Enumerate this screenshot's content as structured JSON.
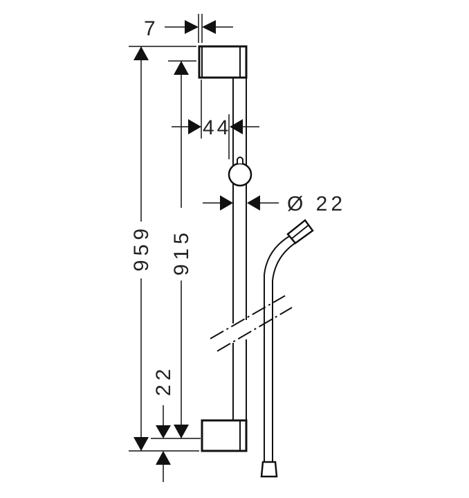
{
  "drawing": {
    "dimensions": {
      "bracket_offset": "7",
      "total_height": "959",
      "rod_length": "915",
      "rod_offset": "44",
      "rod_diameter": "Ø 22",
      "bottom_offset": "22"
    }
  }
}
